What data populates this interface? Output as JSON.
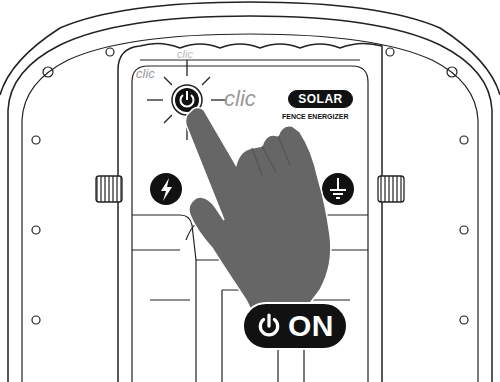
{
  "diagram": {
    "nodes": [
      {
        "text": [
          "SOLAR"
        ]
      },
      {
        "text": [
          "ON"
        ]
      }
    ],
    "labels": [
      "clic",
      "clic",
      "clic",
      "FENCE ENERGIZER"
    ]
  }
}
